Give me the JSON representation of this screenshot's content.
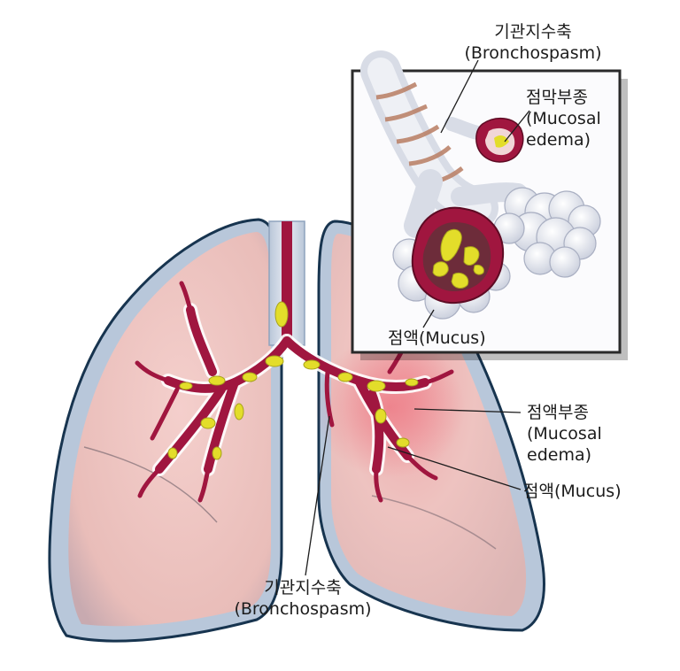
{
  "colors": {
    "lung_fill": "#efc6c2",
    "lung_edge": "#aebfd3",
    "lung_outline": "#17344f",
    "airway": "#a0163f",
    "mucus": "#e3dd2a",
    "inflamed": "#ec6f7a",
    "alveoli": "#eef0f6",
    "band": "#b97d63"
  },
  "labels": {
    "inset_bronchospasm": {
      "ko": "기관지수축",
      "en": "(Bronchospasm)"
    },
    "inset_edema": {
      "ko": "점막부종",
      "en1": "(Mucosal",
      "en2": "edema)"
    },
    "inset_mucus": {
      "text": "점액(Mucus)"
    },
    "right_edema": {
      "ko": "점액부종",
      "en1": "(Mucosal",
      "en2": "edema)"
    },
    "right_mucus": {
      "text": "점액(Mucus)"
    },
    "bottom_bronchospasm": {
      "ko": "기관지수축",
      "en": "(Bronchospasm)"
    }
  }
}
